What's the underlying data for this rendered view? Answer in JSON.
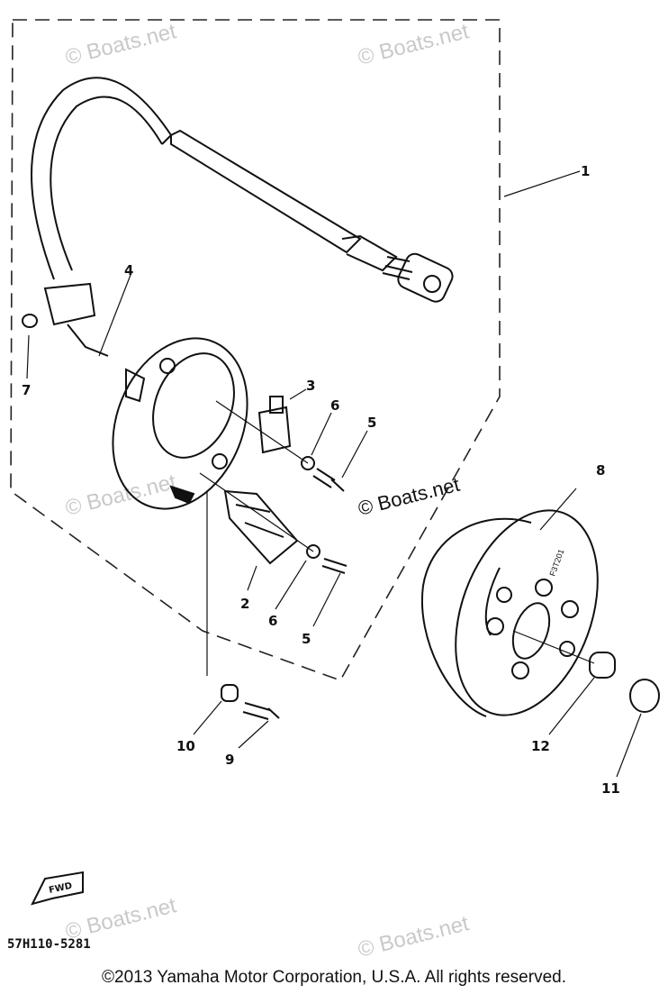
{
  "callouts": {
    "c1": "1",
    "c2": "2",
    "c3": "3",
    "c4": "4",
    "c5a": "5",
    "c5b": "5",
    "c6a": "6",
    "c6b": "6",
    "c7": "7",
    "c8": "8",
    "c9": "9",
    "c10": "10",
    "c11": "11",
    "c12": "12"
  },
  "watermark": "© Boats.net",
  "fwd_label": "FWD",
  "flywheel_mark": "F3T201",
  "part_code": "57H110-5281",
  "copyright": "©2013 Yamaha Motor Corporation, U.S.A. All rights reserved."
}
